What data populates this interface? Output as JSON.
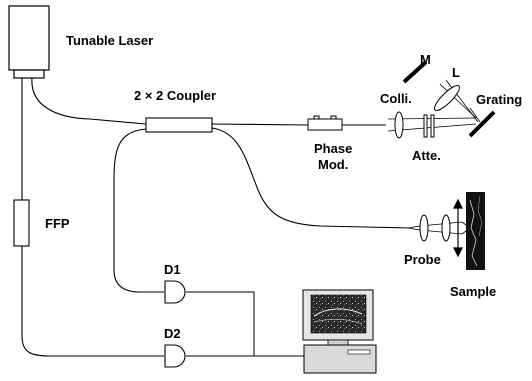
{
  "labels": {
    "laser": "Tunable Laser",
    "coupler": "2 × 2 Coupler",
    "mirror": "M",
    "lens": "L",
    "collimator": "Colli.",
    "grating": "Grating",
    "phase_line1": "Phase",
    "phase_line2": "Mod.",
    "attenuator": "Atte.",
    "ffp": "FFP",
    "probe": "Probe",
    "sample": "Sample",
    "d1": "D1",
    "d2": "D2"
  }
}
